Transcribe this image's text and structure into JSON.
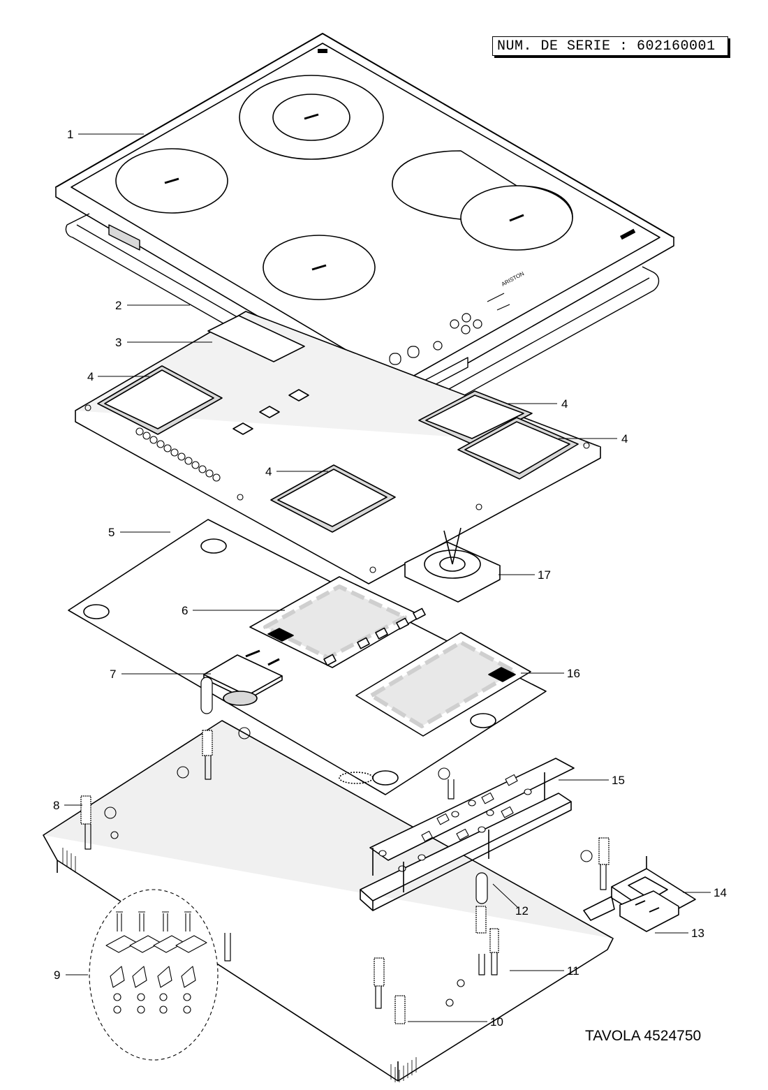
{
  "serial": {
    "prefix": "NUM. DE SERIE :",
    "number": "602160001"
  },
  "plate": "TAVOLA 4524750",
  "brand": {
    "hob": "ARISTON",
    "brand_mark": "ARISTON"
  },
  "callouts": [
    "1",
    "2",
    "3",
    "4",
    "4",
    "4",
    "4",
    "5",
    "6",
    "7",
    "8",
    "9",
    "10",
    "11",
    "12",
    "13",
    "14",
    "15",
    "16",
    "17"
  ],
  "colors": {
    "ink": "#000000",
    "paper": "#ffffff",
    "shade": "#d9d9d9",
    "pcb_trace": "#cfcfcf"
  }
}
